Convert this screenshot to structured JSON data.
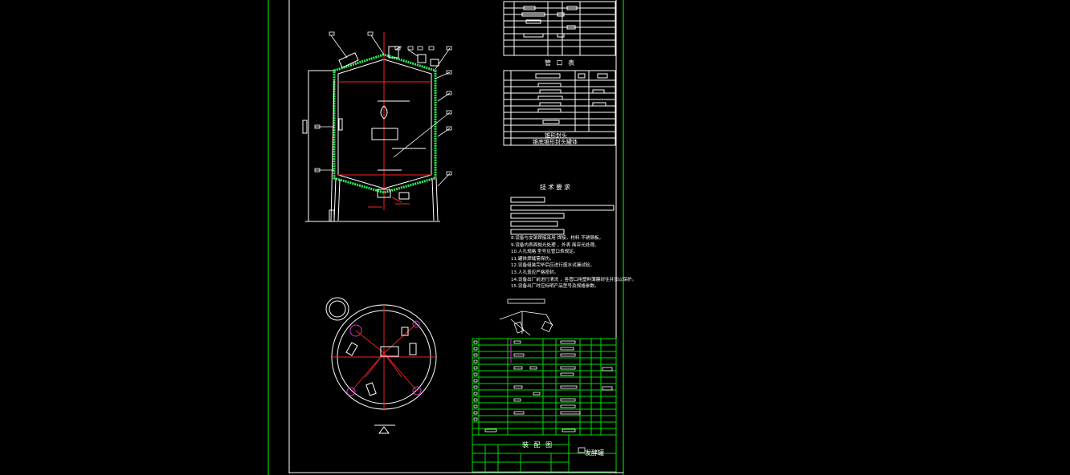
{
  "colors": {
    "background": "#000000",
    "sheet_border": "#00ff00",
    "linework": "#ffffff",
    "shell_insulation": "#33ee55",
    "centerline": "#ff2020",
    "nozzle_highlight": "#cc33cc",
    "table_grid": "#00dd00"
  },
  "labels": {
    "nozzle_table_title": "管 口 表",
    "nozzle_row_a": "锥形封头",
    "nozzle_row_b": "锥底锥形封头罐体",
    "tech_req_title": "技术要求",
    "tech_notes": [
      "8.设备与支架焊接采用   焊接，材料   不锈钢板。",
      "9.设备内表面抛光处理   ，外表   面亚光处理。",
      "10.人孔规格   型号见管口表规定。",
      "11.罐体焊缝需探伤。",
      "12.设备组装完毕后应进行盛水试漏试验。",
      "13.人孔盖应严格密封。",
      "14.设备出厂前进行清洗   ，各管口用塑料薄膜封住并加以保护。",
      "15.设备出厂时应标明产品型号及规格参数。"
    ],
    "title_block_left": "装 配 图",
    "title_block_right": "发酵罐"
  }
}
